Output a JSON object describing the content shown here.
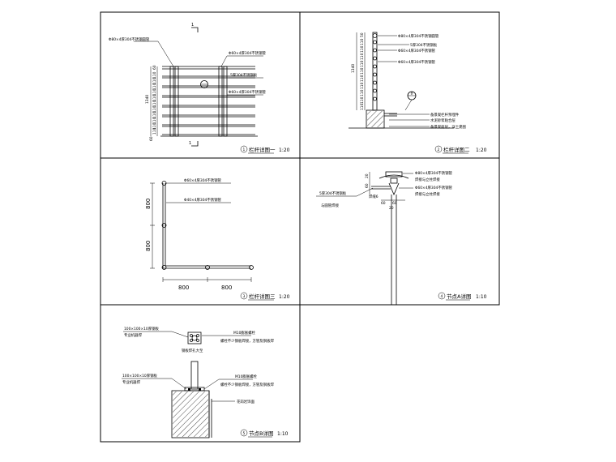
{
  "panels": {
    "p1": {
      "num": "1",
      "title": "栏杆详图一",
      "scale": "1:20",
      "section_mark": "1",
      "callout_num": "A",
      "height_dim": "1340",
      "spacing_dims": [
        "60",
        "110",
        "110",
        "110",
        "110",
        "110",
        "110",
        "110",
        "110",
        "110",
        "110",
        "110",
        "60"
      ],
      "labels": {
        "top_rail": "Φ80×4厚304不锈钢圆管",
        "sub_rail": "Φ60×4厚304不锈钢管",
        "plate": "5厚304不锈钢板",
        "bars": "Φ60×4厚304不锈钢管"
      }
    },
    "p2": {
      "num": "2",
      "title": "栏杆详图二",
      "scale": "1:20",
      "height_dim": "1340",
      "spacing_dims": [
        "50",
        "110",
        "110",
        "110",
        "110",
        "110",
        "110",
        "110",
        "110",
        "110",
        "110",
        "110",
        "50"
      ],
      "callout_num": "B",
      "labels": {
        "l1": "Φ80×4厚304不锈钢圆管",
        "l2": "5厚304不锈钢板",
        "l3": "Φ60×4厚304不锈钢管",
        "l4": "Φ60×4厚304不锈钢管",
        "l5": "备景观栏杆预埋件",
        "l6": "水泥砂浆粘合层",
        "l7": "备景观面层，详土建图"
      }
    },
    "p3": {
      "num": "3",
      "title": "栏杆详图三",
      "scale": "1:20",
      "dims_v": [
        "800",
        "800"
      ],
      "dims_h": [
        "800",
        "800"
      ],
      "labels": {
        "l1": "Φ60×4厚304不锈钢管",
        "l2": "Φ40×4厚304不锈钢管"
      }
    },
    "p4": {
      "num": "4",
      "title": "节点A详图",
      "scale": "1:10",
      "dims": [
        "20",
        "60",
        "60",
        "60",
        "20"
      ],
      "labels": {
        "l1": "Φ80×4厚304不锈钢管",
        "l2": "焊接与立柱焊接",
        "l3": "Φ60×4厚304不锈钢管",
        "l4": "焊接与立柱焊接",
        "l5": "5厚304不锈钢板",
        "l6": "与圆管焊接",
        "l7": "焊缝6"
      }
    },
    "p5": {
      "num": "5",
      "title": "节点B详图",
      "scale": "1:10",
      "labels": {
        "l1": "100×100×10厚钢板",
        "l2": "专业机器焊",
        "l3": "M10膨胀螺栓",
        "l4": "螺栓不少钢板焊接，方管及钢板焊",
        "l5": "钢板焊孔大至",
        "l6": "100×100×10厚钢板",
        "l7": "专业机器焊",
        "l8": "M10膨胀螺栓",
        "l9": "螺栓不少钢板焊接，方管及钢板焊",
        "l10": "花岗岩饰面"
      }
    }
  }
}
